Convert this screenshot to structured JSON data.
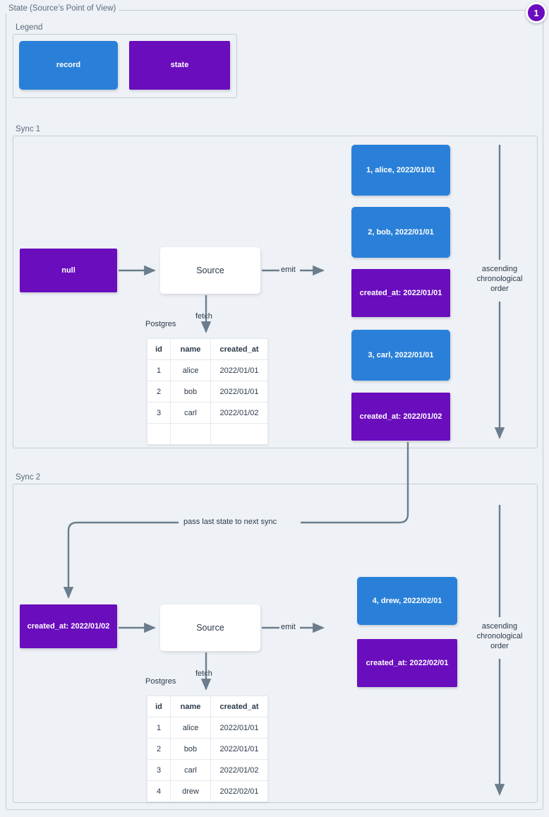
{
  "page": {
    "title": "State (Source’s Point of View)",
    "badge": "1",
    "accent_record": "#2a80d8",
    "accent_state": "#6a0dbd",
    "background": "#eef1f5",
    "border": "#c2ced9",
    "wire": "#6b7d8d"
  },
  "legend": {
    "label": "Legend",
    "items": [
      {
        "label": "record",
        "kind": "record"
      },
      {
        "label": "state",
        "kind": "state"
      }
    ]
  },
  "sync1": {
    "label": "Sync 1",
    "input_state": "null",
    "source": "Source",
    "emit_label": "emit",
    "fetch_label": "fetch",
    "db_label": "Postgres",
    "order_note": "ascending\nchronological\norder",
    "emitted": [
      {
        "kind": "record",
        "text": "1, alice, 2022/01/01"
      },
      {
        "kind": "record",
        "text": "2, bob, 2022/01/01"
      },
      {
        "kind": "state",
        "text": "created_at:\n2022/01/01"
      },
      {
        "kind": "record",
        "text": "3, carl, 2022/01/01"
      },
      {
        "kind": "state",
        "text": "created_at:\n2022/01/02"
      }
    ],
    "table": {
      "columns": [
        "id",
        "name",
        "created_at"
      ],
      "rows": [
        [
          "1",
          "alice",
          "2022/01/01"
        ],
        [
          "2",
          "bob",
          "2022/01/01"
        ],
        [
          "3",
          "carl",
          "2022/01/02"
        ],
        [
          "",
          "",
          ""
        ]
      ]
    }
  },
  "sync2": {
    "label": "Sync 2",
    "pass_label": "pass last state to next sync",
    "input_state": "created_at:\n2022/01/02",
    "source": "Source",
    "emit_label": "emit",
    "fetch_label": "fetch",
    "db_label": "Postgres",
    "order_note": "ascending\nchronological\norder",
    "emitted": [
      {
        "kind": "record",
        "text": "4, drew, 2022/02/01"
      },
      {
        "kind": "state",
        "text": "created_at:\n2022/02/01"
      }
    ],
    "table": {
      "columns": [
        "id",
        "name",
        "created_at"
      ],
      "rows": [
        [
          "1",
          "alice",
          "2022/01/01"
        ],
        [
          "2",
          "bob",
          "2022/01/01"
        ],
        [
          "3",
          "carl",
          "2022/01/02"
        ],
        [
          "4",
          "drew",
          "2022/02/01"
        ]
      ]
    }
  }
}
